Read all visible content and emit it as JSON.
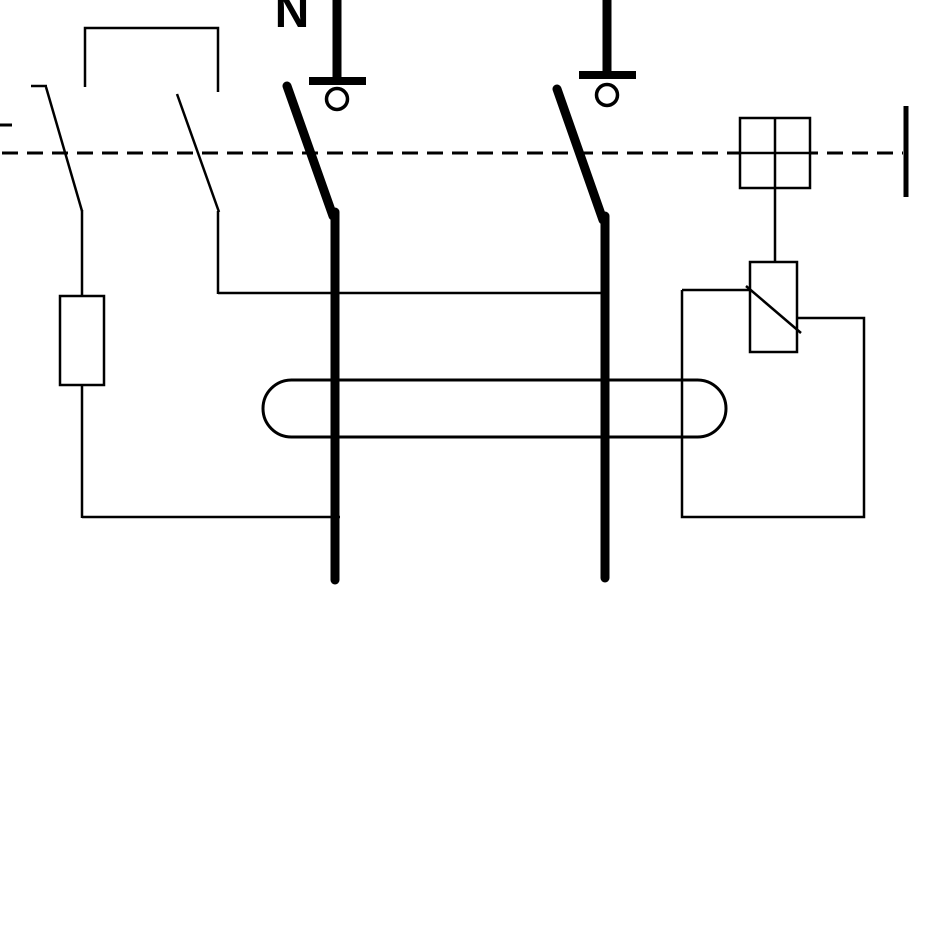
{
  "diagram": {
    "neutral_label": "N",
    "colors": {
      "line": "#000000",
      "background": "#ffffff"
    },
    "components": [
      "neutral-pole-terminal",
      "phase-pole-terminal",
      "main-contact-blade",
      "mechanical-linkage",
      "test-contact",
      "auxiliary-contact",
      "test-resistor",
      "toroidal-current-transformer",
      "trip-mechanism",
      "trip-relay",
      "secondary-winding-loop"
    ]
  }
}
